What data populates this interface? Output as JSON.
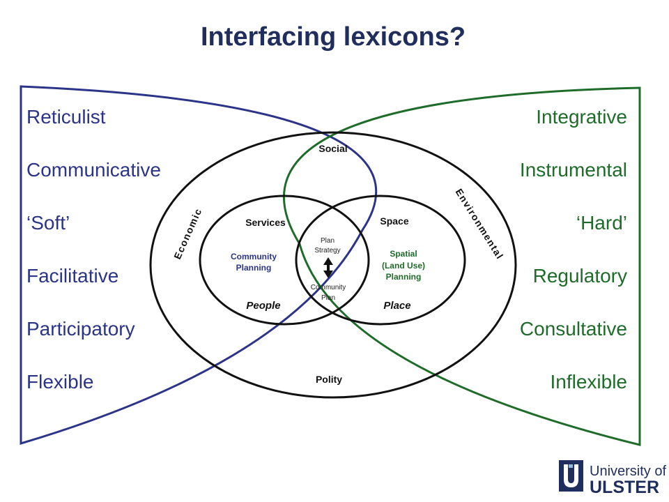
{
  "title": "Interfacing lexicons?",
  "left_terms": [
    "Reticulist",
    "Communicative",
    "‘Soft’",
    "Facilitative",
    "Participatory",
    "Flexible"
  ],
  "right_terms": [
    "Integrative",
    "Instrumental",
    "‘Hard’",
    "Regulatory",
    "Consultative",
    "Inflexible"
  ],
  "outer_ring": {
    "top": "Social",
    "bottom": "Polity",
    "left": "Economic",
    "right": "Environmental"
  },
  "left_circle": {
    "top": "Services",
    "middle": [
      "Community",
      "Planning"
    ],
    "bottom": "People"
  },
  "right_circle": {
    "top": "Space",
    "middle": [
      "Spatial",
      "(Land Use)",
      "Planning"
    ],
    "bottom": "Place"
  },
  "overlap": {
    "top": [
      "Plan",
      "Strategy"
    ],
    "bottom": [
      "Community",
      "Plan"
    ],
    "arrow_icon": "double-arrow-vertical-icon"
  },
  "logo": {
    "top_text": "University of",
    "bottom_text": "ULSTER"
  },
  "colors": {
    "title": "#1f2e5c",
    "left_blue": "#2b3488",
    "right_green": "#1e6b2a",
    "ring": "#111111"
  }
}
